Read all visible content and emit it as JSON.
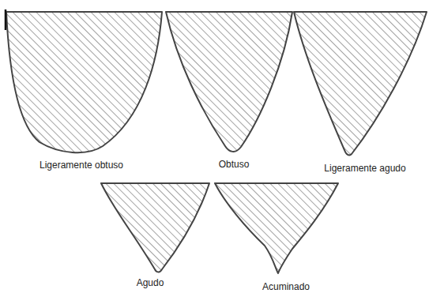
{
  "diagram": {
    "labels": [
      "Ligeramente obtuso",
      "Obtuso",
      "Ligeramente agudo",
      "Agudo",
      "Acuminado"
    ]
  }
}
